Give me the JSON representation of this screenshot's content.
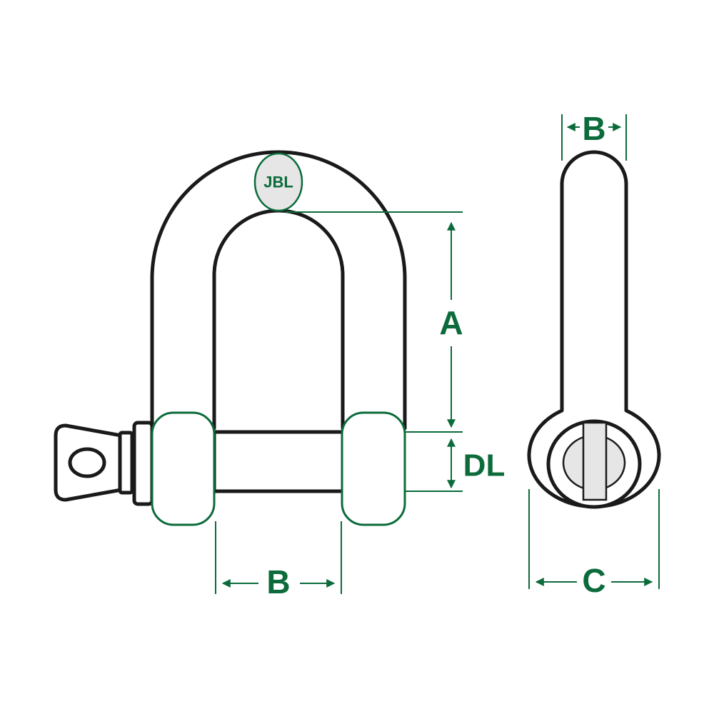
{
  "diagram": {
    "logo_text": "JBL",
    "labels": {
      "a": "A",
      "dl": "DL",
      "b_front": "B",
      "b_side": "B",
      "c": "C"
    },
    "colors": {
      "accent": "#0b6b3a",
      "outline": "#1a1a1a",
      "fill_gray": "#e6e6e6"
    }
  }
}
